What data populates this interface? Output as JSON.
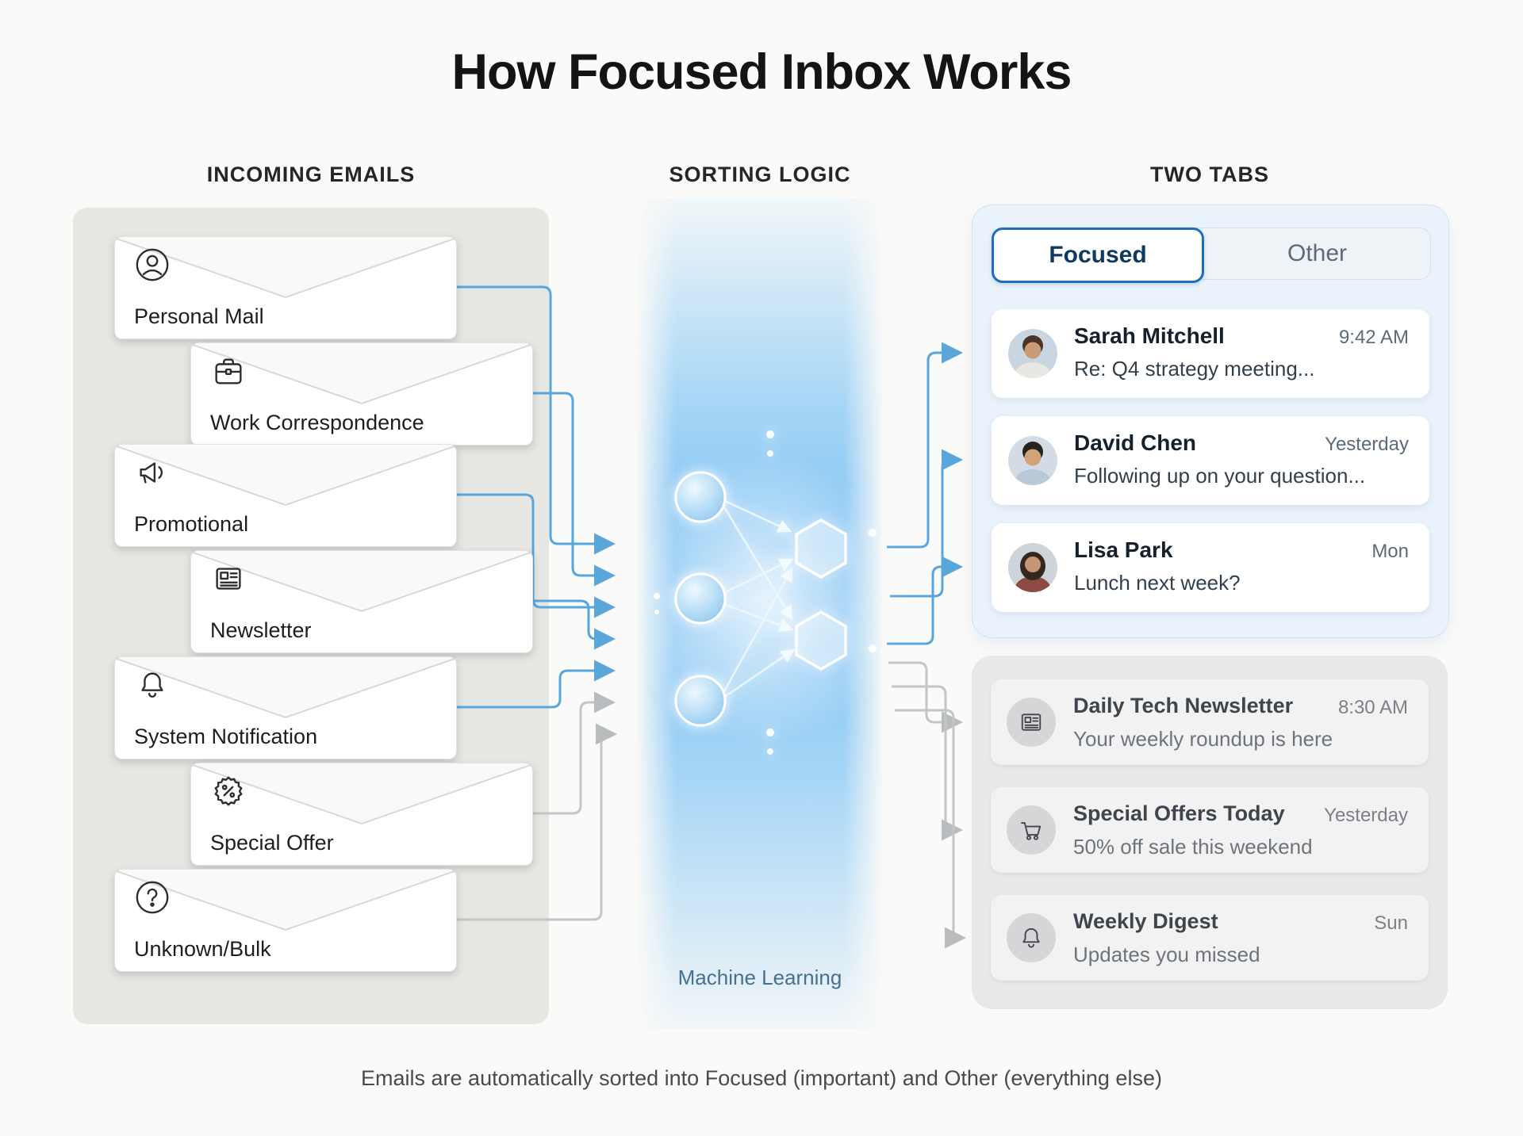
{
  "title": "How Focused Inbox Works",
  "headers": {
    "incoming": "INCOMING EMAILS",
    "sorting": "SORTING LOGIC",
    "tabs": "TWO TABS"
  },
  "incoming": {
    "items": [
      {
        "label": "Personal Mail",
        "icon": "person"
      },
      {
        "label": "Work Correspondence",
        "icon": "briefcase"
      },
      {
        "label": "Promotional",
        "icon": "megaphone"
      },
      {
        "label": "Newsletter",
        "icon": "newspaper"
      },
      {
        "label": "System Notification",
        "icon": "bell"
      },
      {
        "label": "Special Offer",
        "icon": "percent-seal"
      },
      {
        "label": "Unknown/Bulk",
        "icon": "question"
      }
    ]
  },
  "sorting": {
    "caption": "Machine Learning"
  },
  "inbox": {
    "tabs": {
      "focused": "Focused",
      "other": "Other"
    },
    "focused_list": [
      {
        "sender": "Sarah Mitchell",
        "time": "9:42 AM",
        "subject": "Re: Q4 strategy meeting..."
      },
      {
        "sender": "David Chen",
        "time": "Yesterday",
        "subject": "Following up on your question..."
      },
      {
        "sender": "Lisa Park",
        "time": "Mon",
        "subject": "Lunch next week?"
      }
    ],
    "other_list": [
      {
        "sender": "Daily Tech Newsletter",
        "time": "8:30 AM",
        "subject": "Your weekly roundup is here",
        "icon": "newspaper"
      },
      {
        "sender": "Special Offers Today",
        "time": "Yesterday",
        "subject": "50% off sale this weekend",
        "icon": "cart"
      },
      {
        "sender": "Weekly Digest",
        "time": "Sun",
        "subject": "Updates you missed",
        "icon": "bell"
      }
    ]
  },
  "footer": "Emails are automatically sorted into Focused (important) and Other (everything else)",
  "colors": {
    "accent_blue": "#1d6fbe",
    "band_blue": "#7cc0f2",
    "arrow_blue": "#58a6dc",
    "arrow_gray": "#c0c3c5"
  }
}
